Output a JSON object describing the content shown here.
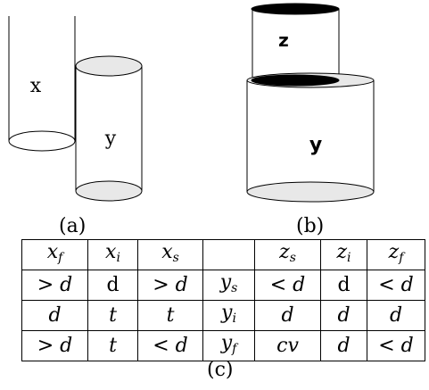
{
  "cylinders": {
    "x": "x",
    "y": "y",
    "z": "z",
    "Y": "y"
  },
  "captions": {
    "a": "(a)",
    "b": "(b)",
    "c": "(c)"
  },
  "table": {
    "rows": [
      [
        {
          "base": "x",
          "sub": "f"
        },
        {
          "base": "x",
          "sub": "i"
        },
        {
          "base": "x",
          "sub": "s"
        },
        {
          "text": ""
        },
        {
          "base": "z",
          "sub": "s"
        },
        {
          "base": "z",
          "sub": "i"
        },
        {
          "base": "z",
          "sub": "f"
        }
      ],
      [
        {
          "text": "> d"
        },
        {
          "text": "d",
          "roman": true
        },
        {
          "text": "> d"
        },
        {
          "base": "y",
          "sub": "s"
        },
        {
          "text": "< d"
        },
        {
          "text": "d",
          "roman": true
        },
        {
          "text": "< d"
        }
      ],
      [
        {
          "text": "d"
        },
        {
          "text": "t"
        },
        {
          "text": "t"
        },
        {
          "base": "y",
          "sub": "i"
        },
        {
          "text": "d"
        },
        {
          "text": "d"
        },
        {
          "text": "d"
        }
      ],
      [
        {
          "text": "> d"
        },
        {
          "text": "t"
        },
        {
          "text": "< d"
        },
        {
          "base": "y",
          "sub": "f"
        },
        {
          "text": "cv"
        },
        {
          "text": "d"
        },
        {
          "text": "< d"
        }
      ]
    ]
  },
  "colors": {
    "fill_gray": "#e8e8e8",
    "fill_black": "#000000",
    "stroke": "#000000"
  }
}
